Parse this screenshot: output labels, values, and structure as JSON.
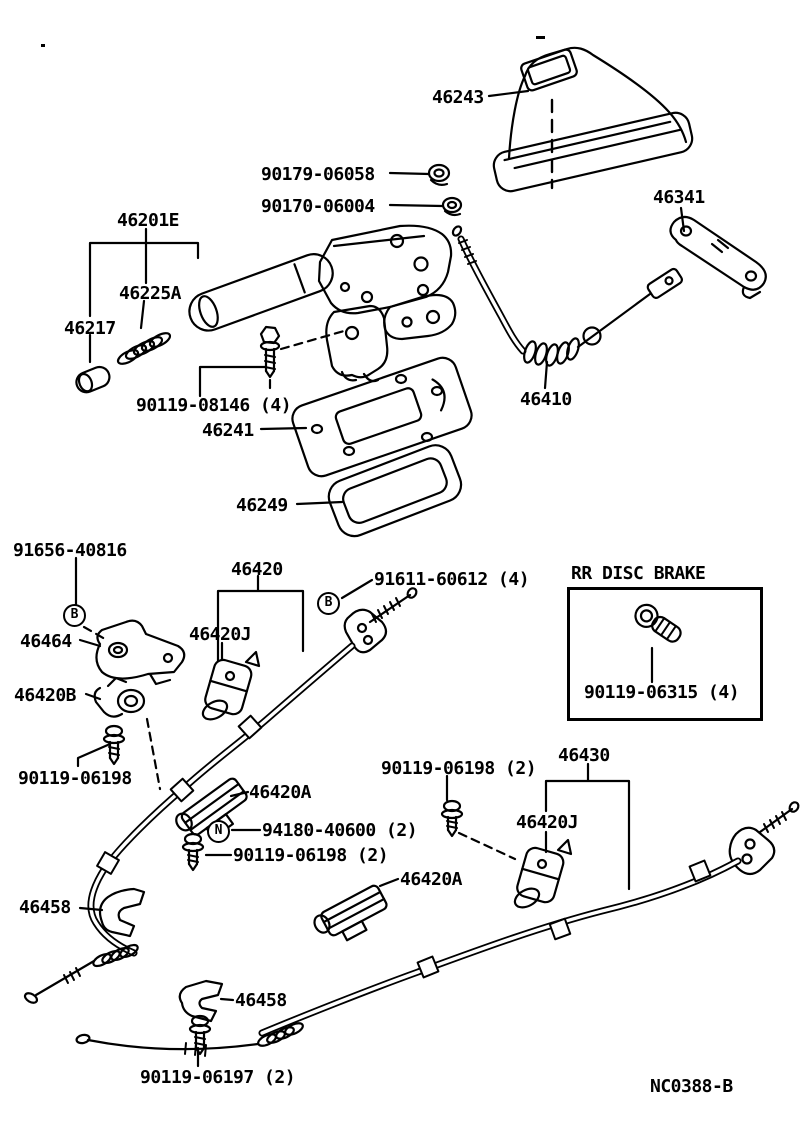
{
  "diagram": {
    "drawing_code": "NC0388-B",
    "colors": {
      "ink": "#000000",
      "paper": "#ffffff"
    },
    "inset": {
      "title": "RR DISC BRAKE",
      "part_number": "90119-06315 (4)"
    },
    "fastener_badges": [
      {
        "letter": "B"
      },
      {
        "letter": "B"
      },
      {
        "letter": "N"
      }
    ],
    "labels": [
      {
        "part": "46243"
      },
      {
        "part": "90179-06058"
      },
      {
        "part": "90170-06004"
      },
      {
        "part": "46201E"
      },
      {
        "part": "46225A"
      },
      {
        "part": "46217"
      },
      {
        "part": "90119-08146 (4)"
      },
      {
        "part": "46241"
      },
      {
        "part": "46249"
      },
      {
        "part": "46341"
      },
      {
        "part": "46410"
      },
      {
        "part": "91656-40816"
      },
      {
        "part": "46464"
      },
      {
        "part": "46420B"
      },
      {
        "part": "90119-06198"
      },
      {
        "part": "46420"
      },
      {
        "part": "46420J"
      },
      {
        "part": "91611-60612 (4)"
      },
      {
        "part": "90119-06198 (2)"
      },
      {
        "part": "46430"
      },
      {
        "part": "46420J"
      },
      {
        "part": "46420A"
      },
      {
        "part": "94180-40600 (2)"
      },
      {
        "part": "90119-06198 (2)"
      },
      {
        "part": "46420A"
      },
      {
        "part": "46458"
      },
      {
        "part": "46458"
      },
      {
        "part": "90119-06197 (2)"
      }
    ]
  }
}
